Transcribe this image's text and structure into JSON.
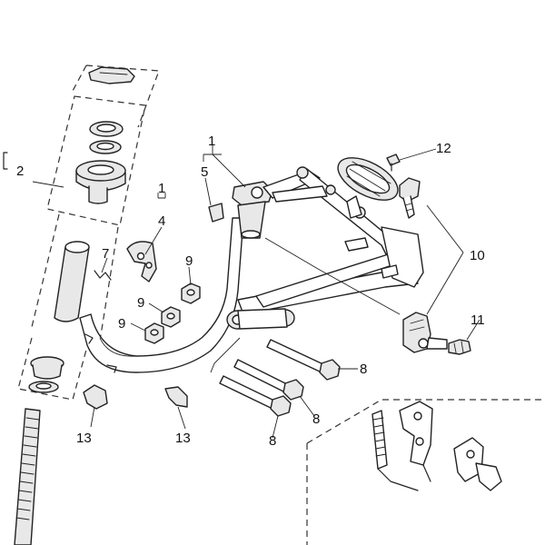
{
  "callouts": {
    "c1a": "1",
    "c1b": "1",
    "c2": "2",
    "c4": "4",
    "c5": "5",
    "c7": "7",
    "c8a": "8",
    "c8b": "8",
    "c8c": "8",
    "c9a": "9",
    "c9b": "9",
    "c9c": "9",
    "c10": "10",
    "c11": "11",
    "c12": "12",
    "c13a": "13",
    "c13b": "13"
  }
}
